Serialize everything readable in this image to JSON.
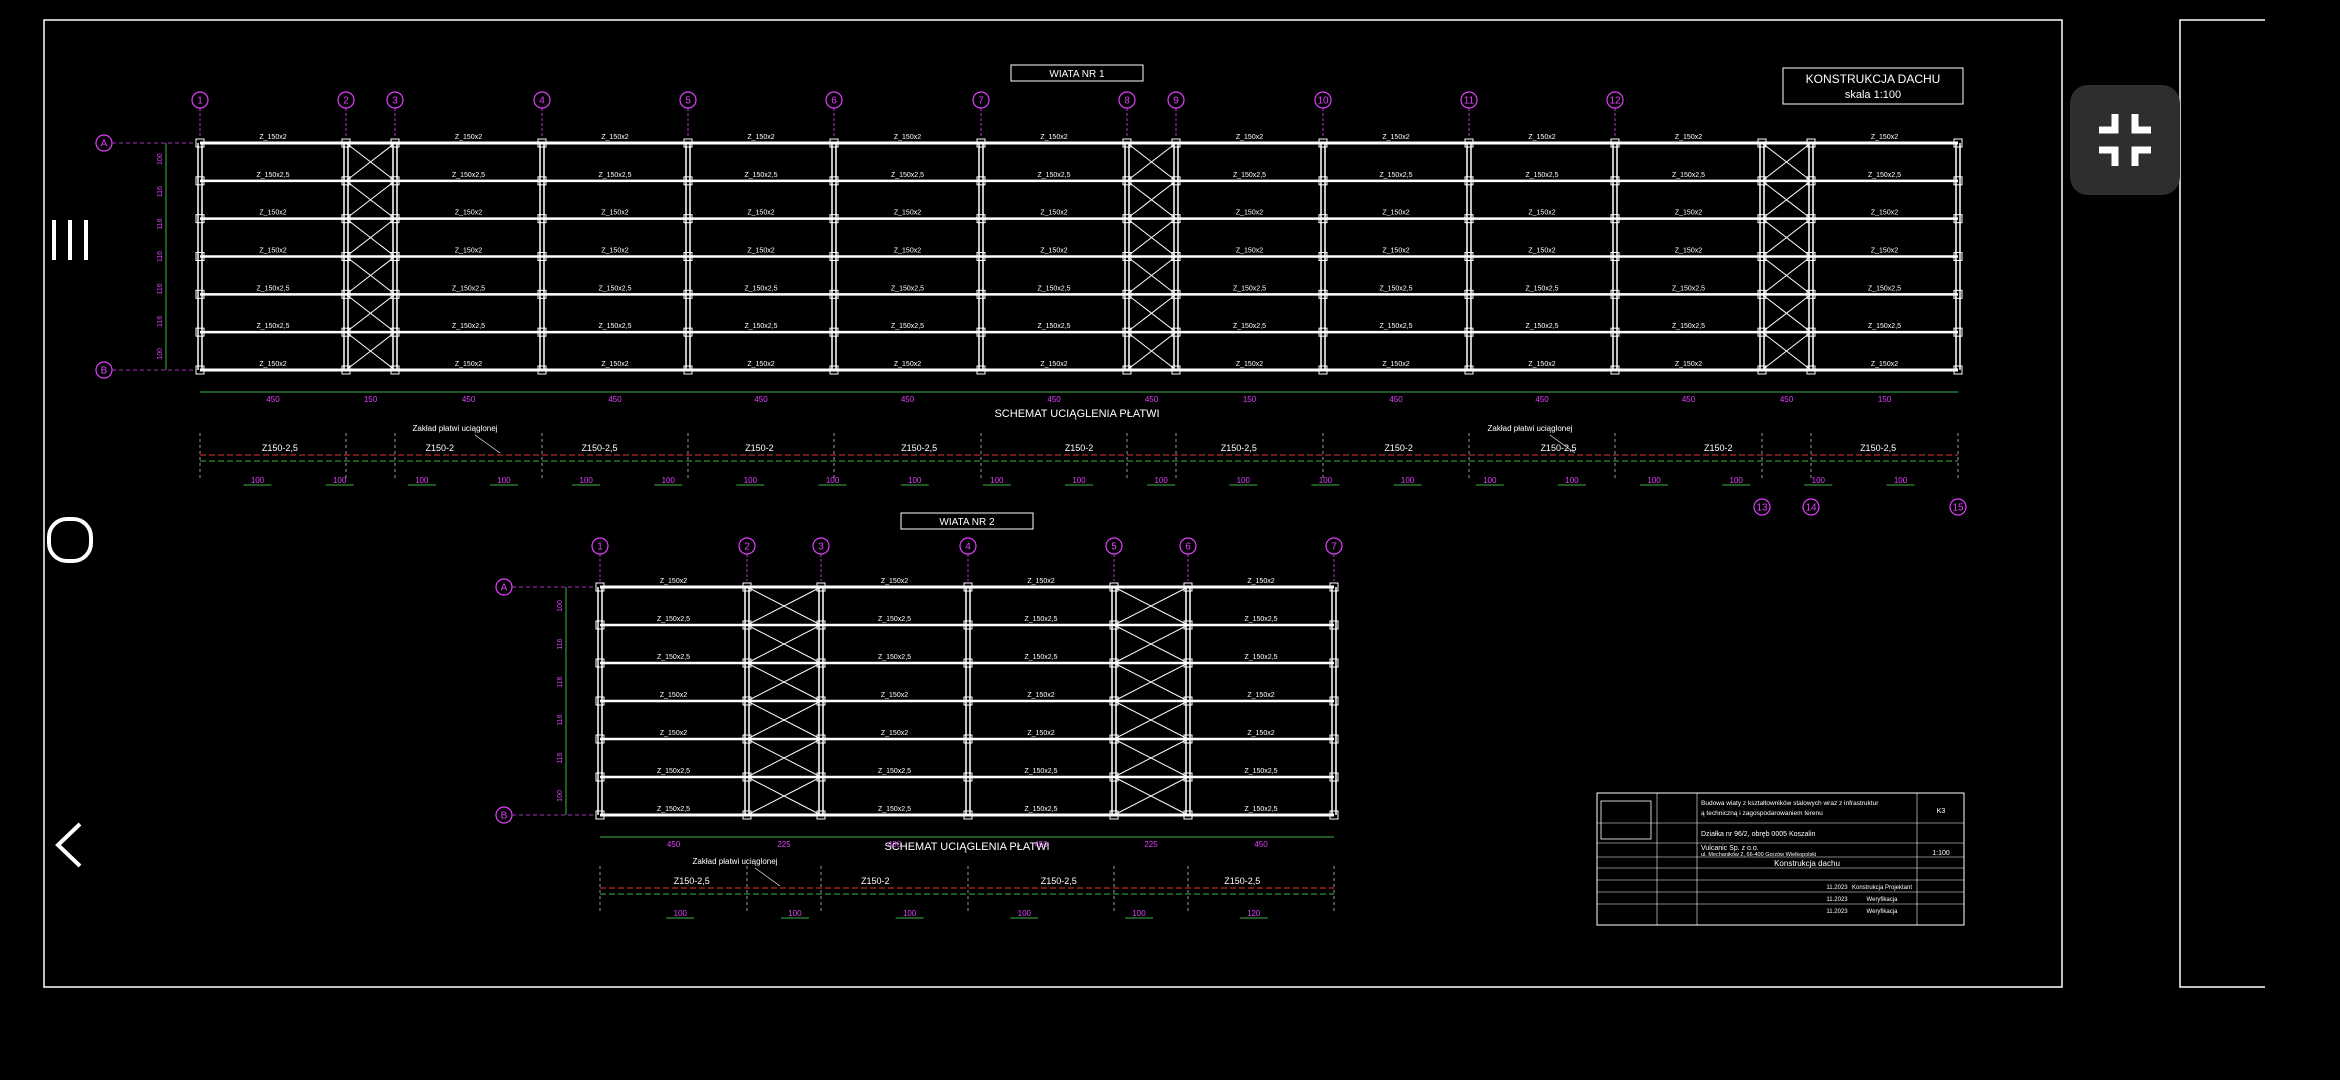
{
  "drawing": {
    "wiata1": {
      "label": "WIATA NR 1",
      "axes": [
        "1",
        "2",
        "3",
        "4",
        "5",
        "6",
        "7",
        "8",
        "9",
        "10",
        "11",
        "12",
        "13",
        "14",
        "15"
      ],
      "rows": [
        "A",
        "B"
      ],
      "dims": [
        "450",
        "150",
        "450",
        "450",
        "450",
        "450",
        "450",
        "450",
        "150",
        "450",
        "450",
        "450",
        "450",
        "150",
        "450"
      ],
      "vert_dims": [
        "100",
        "116",
        "116",
        "116",
        "116",
        "116",
        "100"
      ],
      "purlin_labels": [
        "Z_150x2",
        "Z_150x2,5",
        "Z_150x2",
        "Z_150x2",
        "Z_150x2,5",
        "Z_150x2,5",
        "Z_150x2"
      ],
      "scheme_title": "SCHEMAT UCIĄGLENIA PŁATWI",
      "overlap_note": "Zakład płatwi uciąglonej",
      "scheme_labels": [
        "Z150-2,5",
        "Z150-2",
        "Z150-2,5",
        "Z150-2",
        "Z150-2,5",
        "Z150-2",
        "Z150-2,5",
        "Z150-2",
        "Z150-2,5",
        "Z150-2",
        "Z150-2,5"
      ],
      "overlap_dims": [
        "100",
        "100",
        "100",
        "100",
        "100",
        "100",
        "100",
        "100",
        "100",
        "100",
        "100",
        "100",
        "100",
        "100",
        "100",
        "100",
        "100",
        "100",
        "100",
        "100",
        "100"
      ]
    },
    "title_block": {
      "title": "KONSTRUKCJA DACHU",
      "scale": "skala 1:100"
    },
    "wiata2": {
      "label": "WIATA NR 2",
      "axes": [
        "1",
        "2",
        "3",
        "4",
        "5",
        "6",
        "7"
      ],
      "rows": [
        "A",
        "B"
      ],
      "dims": [
        "450",
        "225",
        "450",
        "450",
        "225",
        "450"
      ],
      "vert_dims": [
        "100",
        "116",
        "116",
        "116",
        "116",
        "100"
      ],
      "purlin_labels": [
        "Z_150x2",
        "Z_150x2,5",
        "Z_150x2,5",
        "Z_150x2",
        "Z_150x2",
        "Z_150x2,5",
        "Z_150x2,5"
      ],
      "scheme_title": "SCHEMAT UCIĄGLENIA PŁATWI",
      "overlap_note": "Zakład płatwi uciąglonej",
      "scheme_labels": [
        "Z150-2,5",
        "Z150-2",
        "Z150-2,5",
        "Z150-2,5"
      ],
      "overlap_dims": [
        "100",
        "100",
        "100",
        "100",
        "100",
        "120"
      ]
    },
    "stamp": {
      "project_desc": "Budowa wiaty z kształtowników stalowych wraz z infrastrukturą techniczną i zagospodarowaniem terenu",
      "address": "Działka nr 96/2, obręb 0005 Koszalin",
      "investor": "Vulcanic Sp. z o.o.",
      "investor_addr": "ul. Mechaników 2, 66-400 Gorzów Wielkopolski",
      "sheet_title": "Konstrukcja dachu",
      "sheet_no": "K3",
      "scale": "1:100",
      "date": "11.2023",
      "status1": "Konstrukcja Projektant",
      "status2": "Weryfikacja"
    }
  },
  "ui": {
    "exit_fullscreen_icon": "compress-icon",
    "nav": [
      "recent-apps-icon",
      "home-icon",
      "back-icon"
    ]
  }
}
